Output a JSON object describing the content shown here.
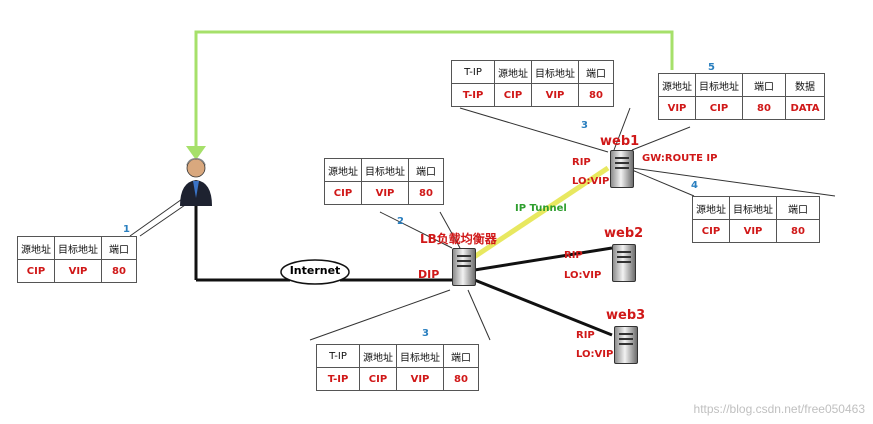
{
  "cloud": "Internet",
  "tunnel": "IP Tunnel",
  "lb": {
    "name": "LB负载均衡器",
    "dip": "DIP"
  },
  "web1": {
    "name": "web1",
    "rip": "RIP",
    "lo": "LO:VIP",
    "gw": "GW:ROUTE IP"
  },
  "web2": {
    "name": "web2",
    "rip": "RIP",
    "lo": "LO:VIP"
  },
  "web3": {
    "name": "web3",
    "rip": "RIP",
    "lo": "LO:VIP"
  },
  "t1": {
    "num": "1",
    "h": [
      "源地址",
      "目标地址",
      "端口"
    ],
    "v": [
      "CIP",
      "VIP",
      "80"
    ]
  },
  "t2": {
    "num": "2",
    "h": [
      "源地址",
      "目标地址",
      "端口"
    ],
    "v": [
      "CIP",
      "VIP",
      "80"
    ]
  },
  "t3a": {
    "num": "3",
    "h": [
      "T-IP",
      "源地址",
      "目标地址",
      "端口"
    ],
    "v": [
      "T-IP",
      "CIP",
      "VIP",
      "80"
    ]
  },
  "t3b": {
    "num": "3",
    "h": [
      "T-IP",
      "源地址",
      "目标地址",
      "端口"
    ],
    "v": [
      "T-IP",
      "CIP",
      "VIP",
      "80"
    ]
  },
  "t4": {
    "num": "4",
    "h": [
      "源地址",
      "目标地址",
      "端口"
    ],
    "v": [
      "CIP",
      "VIP",
      "80"
    ]
  },
  "t5": {
    "num": "5",
    "h": [
      "源地址",
      "目标地址",
      "端口",
      "数据"
    ],
    "v": [
      "VIP",
      "CIP",
      "80",
      "DATA"
    ]
  },
  "watermark": "https://blog.csdn.net/free050463"
}
